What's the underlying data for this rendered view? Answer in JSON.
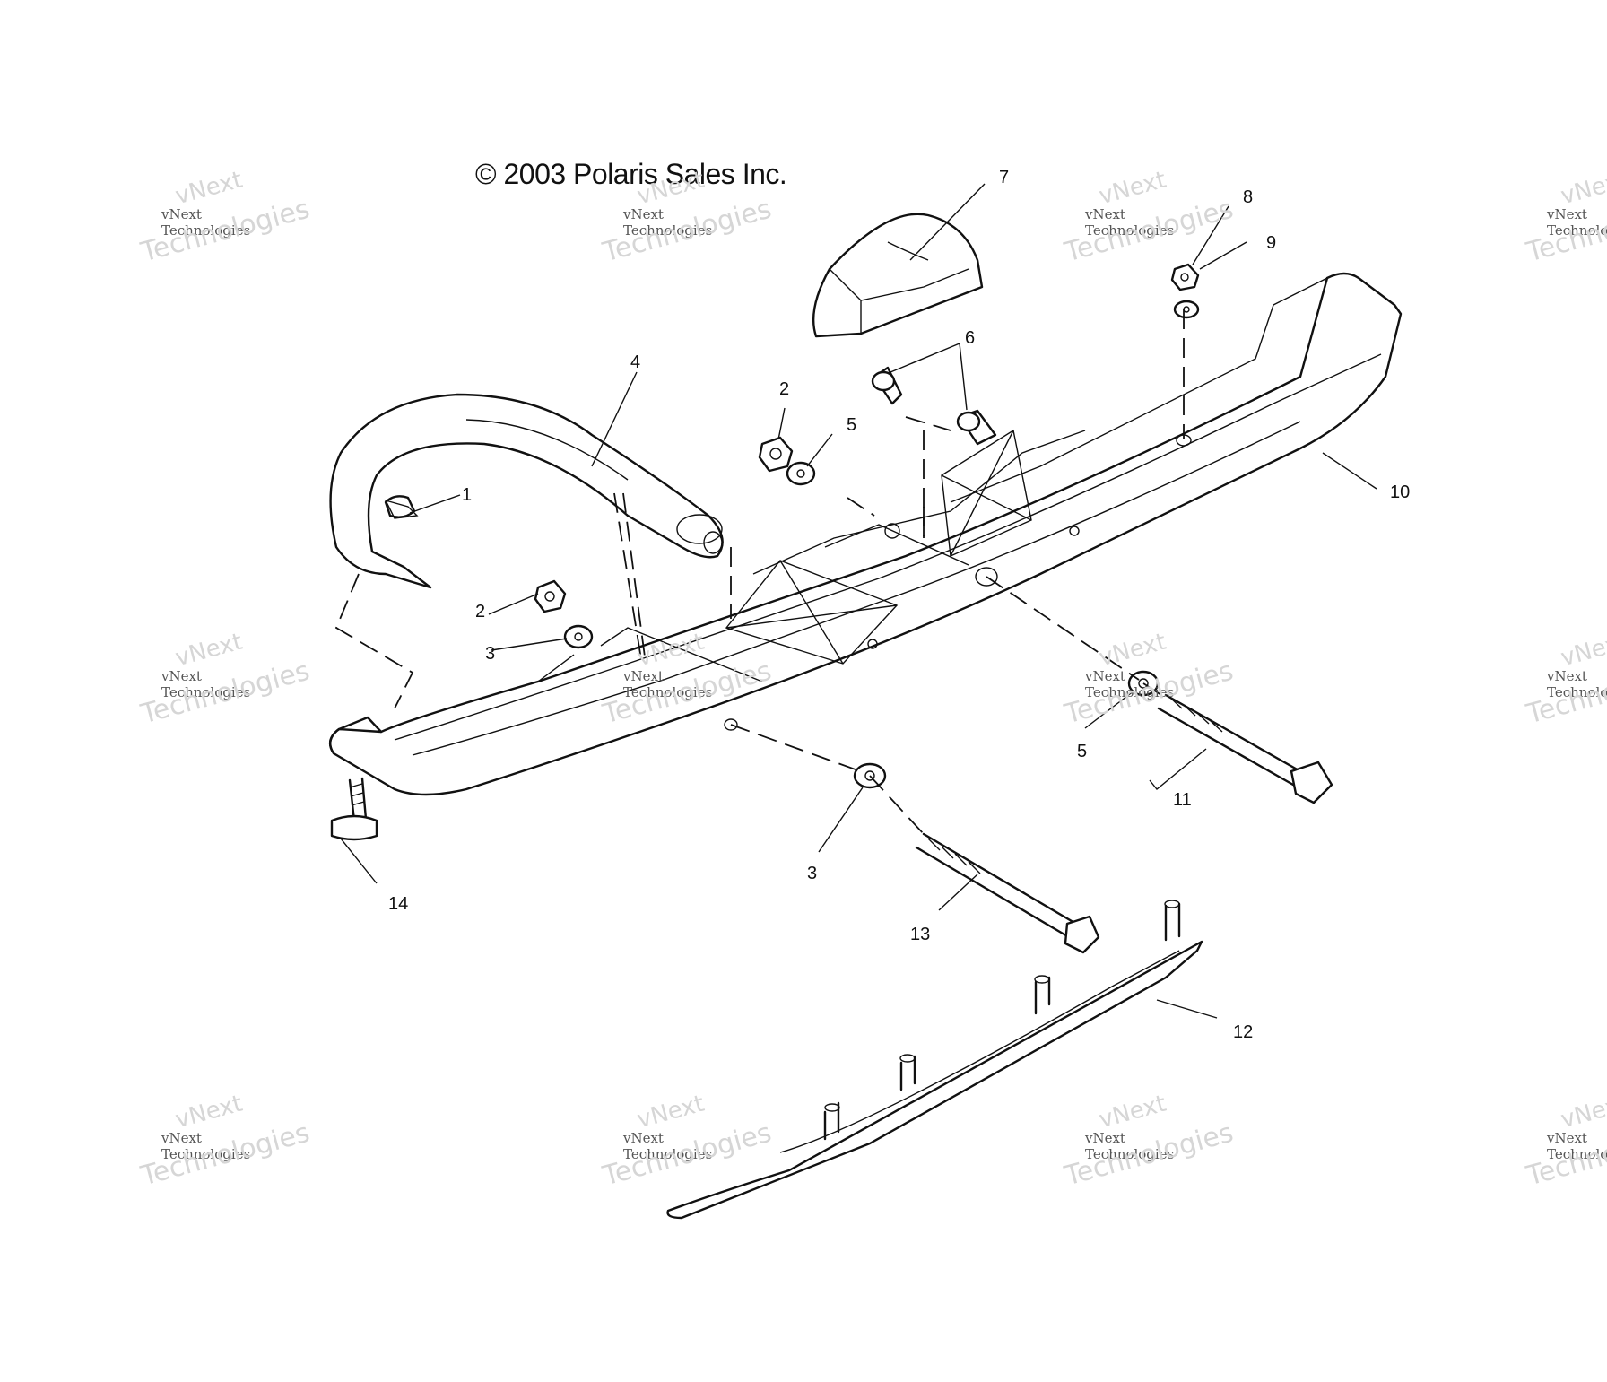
{
  "copyright": "© 2003 Polaris Sales Inc.",
  "watermark": {
    "line_small": "vNext Technologies",
    "line_big_1": "vNext",
    "line_big_2": "Technologies"
  },
  "callouts": {
    "c1": "1",
    "c2a": "2",
    "c2b": "2",
    "c3a": "3",
    "c3b": "3",
    "c4": "4",
    "c5a": "5",
    "c5b": "5",
    "c6": "6",
    "c7": "7",
    "c8": "8",
    "c9": "9",
    "c10": "10",
    "c11": "11",
    "c12": "12",
    "c13": "13",
    "c14": "14"
  }
}
